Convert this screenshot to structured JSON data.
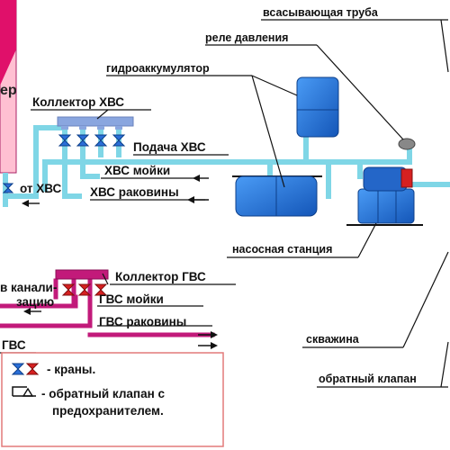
{
  "labels": {
    "suction_pipe": "всасывающая труба",
    "pressure_relay": "реле давления",
    "accumulator": "гидроаккумулятор",
    "cold_collector": "Коллектор ХВС",
    "cold_supply": "Подача ХВС",
    "from_cold": "от ХВС",
    "cold_sink": "ХВС мойки",
    "cold_washbasin": "ХВС раковины",
    "pump_station": "насосная станция",
    "hot_collector": "Коллектор ГВС",
    "to_sewer_1": "в канали-",
    "to_sewer_2": "зацию",
    "hot_sink": "ГВС мойки",
    "hot_washbasin": "ГВС раковины",
    "hot": "ГВС",
    "well": "скважина",
    "check_valve": "обратный клапан",
    "heater_partial": "ер"
  },
  "legend": {
    "taps": "- краны.",
    "safety_valve_1": "- обратный клапан с",
    "safety_valve_2": "предохранителем."
  },
  "colors": {
    "cold_pipe": "#7fd6e6",
    "hot_pipe": "#c21a7a",
    "tank_blue": "#1f74d8",
    "tank_dark": "#0d3f8a",
    "collector_cold": "#8aa6df",
    "heater_pink": "#e0106a",
    "heater_body": "#ffc0d2",
    "legend_border": "#e27a7a",
    "red_valve": "#d62020"
  }
}
